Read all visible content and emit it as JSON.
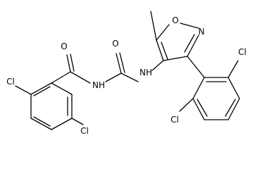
{
  "molecule": {
    "atoms": {
      "o_carbonyl_left": "O",
      "nh_left": "NH",
      "o_carbonyl_right": "O",
      "nh_right": "NH",
      "o_ring": "O",
      "n_ring": "N",
      "cl_1": "Cl",
      "cl_2": "Cl",
      "cl_3": "Cl",
      "cl_4": "Cl"
    }
  }
}
